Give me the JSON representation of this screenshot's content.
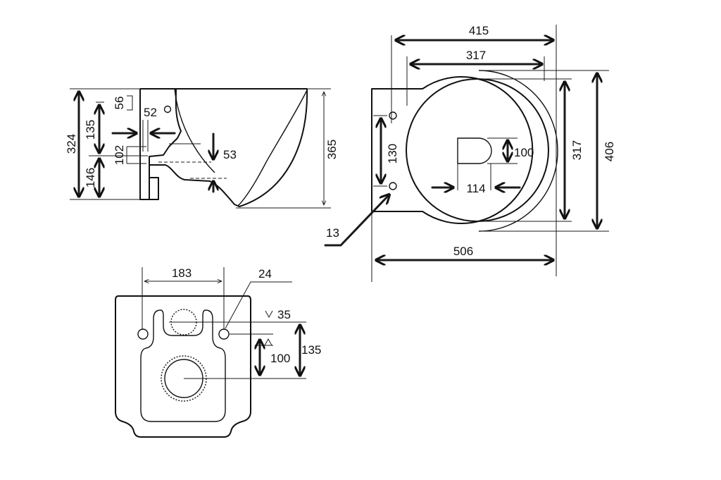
{
  "side_view": {
    "dim_324": "324",
    "dim_146": "146",
    "dim_135": "135",
    "dim_56": "56",
    "dim_52": "52",
    "dim_102": "102",
    "dim_53": "53",
    "dim_365": "365"
  },
  "top_view": {
    "dim_415": "415",
    "dim_317_horizontal": "317",
    "dim_130": "130",
    "dim_100": "100",
    "dim_114": "114",
    "dim_317_vertical": "317",
    "dim_406": "406",
    "dim_13": "13",
    "dim_506": "506"
  },
  "back_view": {
    "dim_183": "183",
    "dim_24": "24",
    "dim_35": "35",
    "dim_100": "100",
    "dim_135": "135"
  }
}
